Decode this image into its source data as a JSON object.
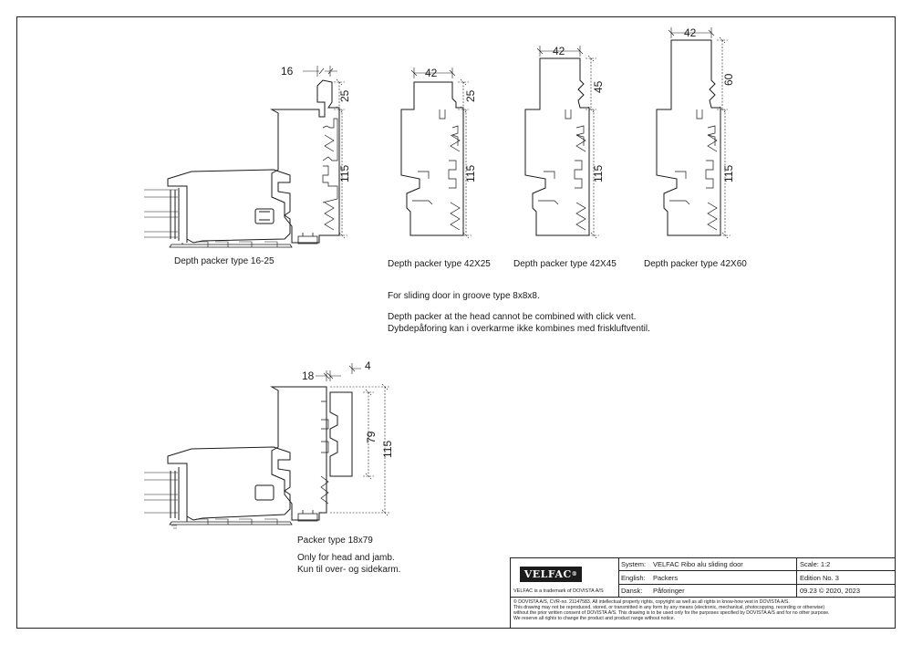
{
  "figures": {
    "p16_25": {
      "caption": "Depth packer type 16-25",
      "dim_width": "16",
      "dim_top": "25",
      "dim_body": "115"
    },
    "p42x25": {
      "caption": "Depth packer type 42X25",
      "dim_width": "42",
      "dim_top": "25",
      "dim_body": "115"
    },
    "p42x45": {
      "caption": "Depth packer type 42X45",
      "dim_width": "42",
      "dim_top": "45",
      "dim_body": "115"
    },
    "p42x60": {
      "caption": "Depth packer type 42X60",
      "dim_width": "42",
      "dim_top": "60",
      "dim_body": "115"
    },
    "p18x79": {
      "caption": "Packer type 18x79",
      "dim_width": "18",
      "dim_gap": "4",
      "dim_inner": "79",
      "dim_total": "115",
      "note_1": "Only for head and jamb.",
      "note_2": "Kun til over- og sidekarm."
    }
  },
  "notes": {
    "line_1": "For sliding door in groove type 8x8x8.",
    "line_2": "Depth packer at the head cannot be combined with click vent.",
    "line_3": "Dybdepåforing kan i overkarme ikke kombines med friskluftventil."
  },
  "title_block": {
    "logo": "VELFAC",
    "trademark": "VELFAC is a trademark of DOVISTA A/S",
    "system_label": "System:",
    "system_value": "VELFAC Ribo alu sliding door",
    "english_label": "English:",
    "english_value": "Packers",
    "dansk_label": "Dansk:",
    "dansk_value": "Påforinger",
    "scale": "Scale: 1:2",
    "edition": "Edition No. 3",
    "date": "09.23 © 2020, 2023",
    "legal_1": "© DOVISTA A/S, CVR-no. 21147583. All intellectual property rights, copyright as well as all rights in know-how vest in DOVISTA A/S.",
    "legal_2": "This drawing may not be reproduced, stored, or transmitted in any form by any means (electronic, mechanical, photocopying, recording or otherwise)",
    "legal_3": "without the prior written consent of DOVISTA A/S. This drawing is to be used only for the purposes specified by DOVISTA A/S and for no other purpose.",
    "legal_4": "We reserve all rights to change the product and product range without notice."
  },
  "colors": {
    "line": "#1a1a1a",
    "logo_bg": "#1b1b1b"
  }
}
